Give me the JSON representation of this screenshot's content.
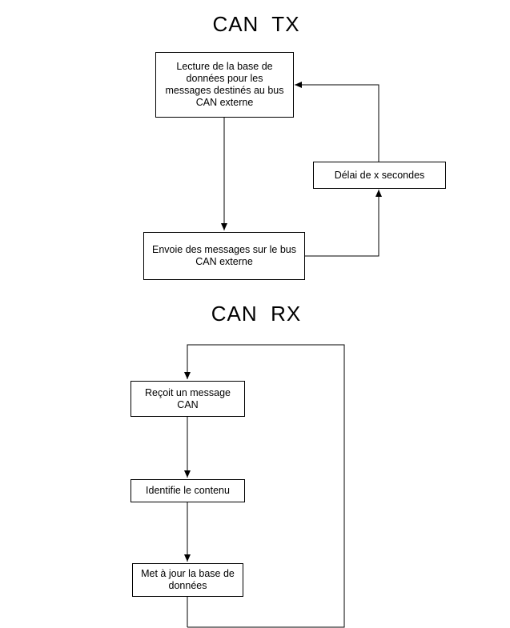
{
  "tx": {
    "title": "CAN  TX",
    "read_db": "Lecture de la base de données pour les messages destinés au bus CAN externe",
    "send": "Envoie des messages sur le bus CAN externe",
    "delay": "Délai de x secondes"
  },
  "rx": {
    "title": "CAN  RX",
    "receive": "Reçoit un message CAN",
    "identify": "Identifie le contenu",
    "update_db": "Met à jour la base de données"
  },
  "colors": {
    "stroke": "#000000",
    "background": "#ffffff"
  }
}
